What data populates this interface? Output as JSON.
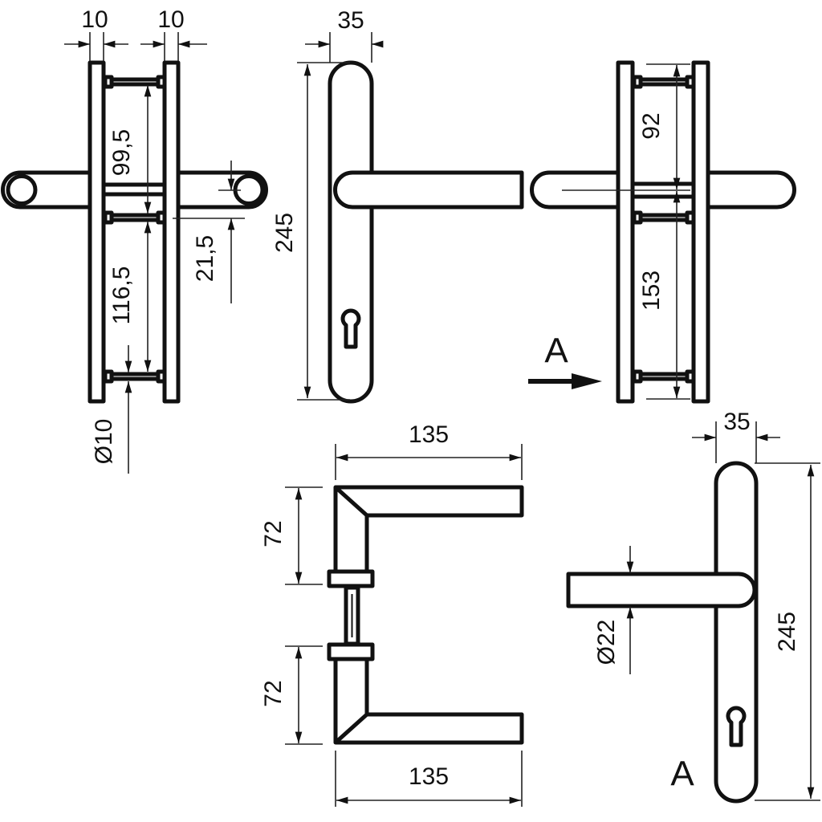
{
  "drawing": {
    "side_view_1": {
      "plate_offset_left": "10",
      "plate_offset_right": "10",
      "bolt_spacing_upper": "99,5",
      "bolt_spacing_lower": "116,5",
      "handle_offset": "21,5",
      "bolt_diameter": "Ø10"
    },
    "front_view_1": {
      "plate_width": "35",
      "plate_height": "245"
    },
    "side_view_2": {
      "bolt_spacing_upper": "92",
      "bolt_spacing_lower": "153",
      "view_marker": "A"
    },
    "top_view": {
      "handle_length_top": "135",
      "handle_height_top": "72",
      "handle_height_bottom": "72",
      "handle_length_bottom": "135"
    },
    "view_a": {
      "plate_width": "35",
      "plate_height": "245",
      "handle_diameter": "Ø22",
      "view_label": "A"
    }
  }
}
